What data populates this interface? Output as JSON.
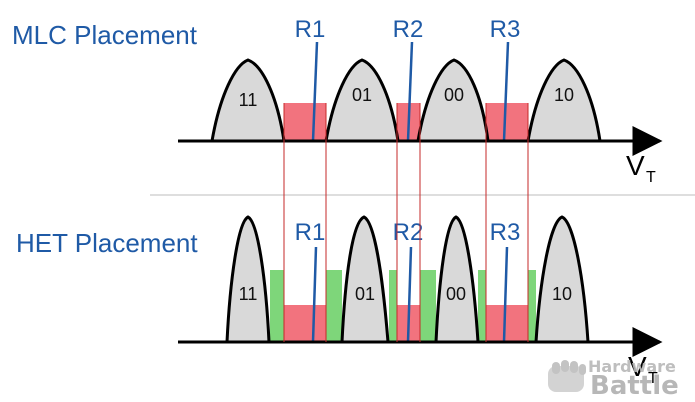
{
  "colors": {
    "title": "#1f5aa6",
    "reference_line": "#1f5aa6",
    "overlap_red": "#f2737e",
    "margin_green": "#7ed67a",
    "distribution_fill": "#d9d9d9",
    "guide_line": "#c62828",
    "divider": "#bdbdbd"
  },
  "mlc": {
    "title": "MLC Placement",
    "states": [
      "11",
      "01",
      "00",
      "10"
    ],
    "refs": [
      "R1",
      "R2",
      "R3"
    ],
    "axis_label": "V",
    "axis_subscript": "T"
  },
  "het": {
    "title": "HET Placement",
    "states": [
      "11",
      "01",
      "00",
      "10"
    ],
    "refs": [
      "R1",
      "R2",
      "R3"
    ],
    "axis_label": "V",
    "axis_subscript": "T"
  },
  "watermark": {
    "line1": "Hardware",
    "line2": "Battle",
    "icon": "fist-icon"
  }
}
